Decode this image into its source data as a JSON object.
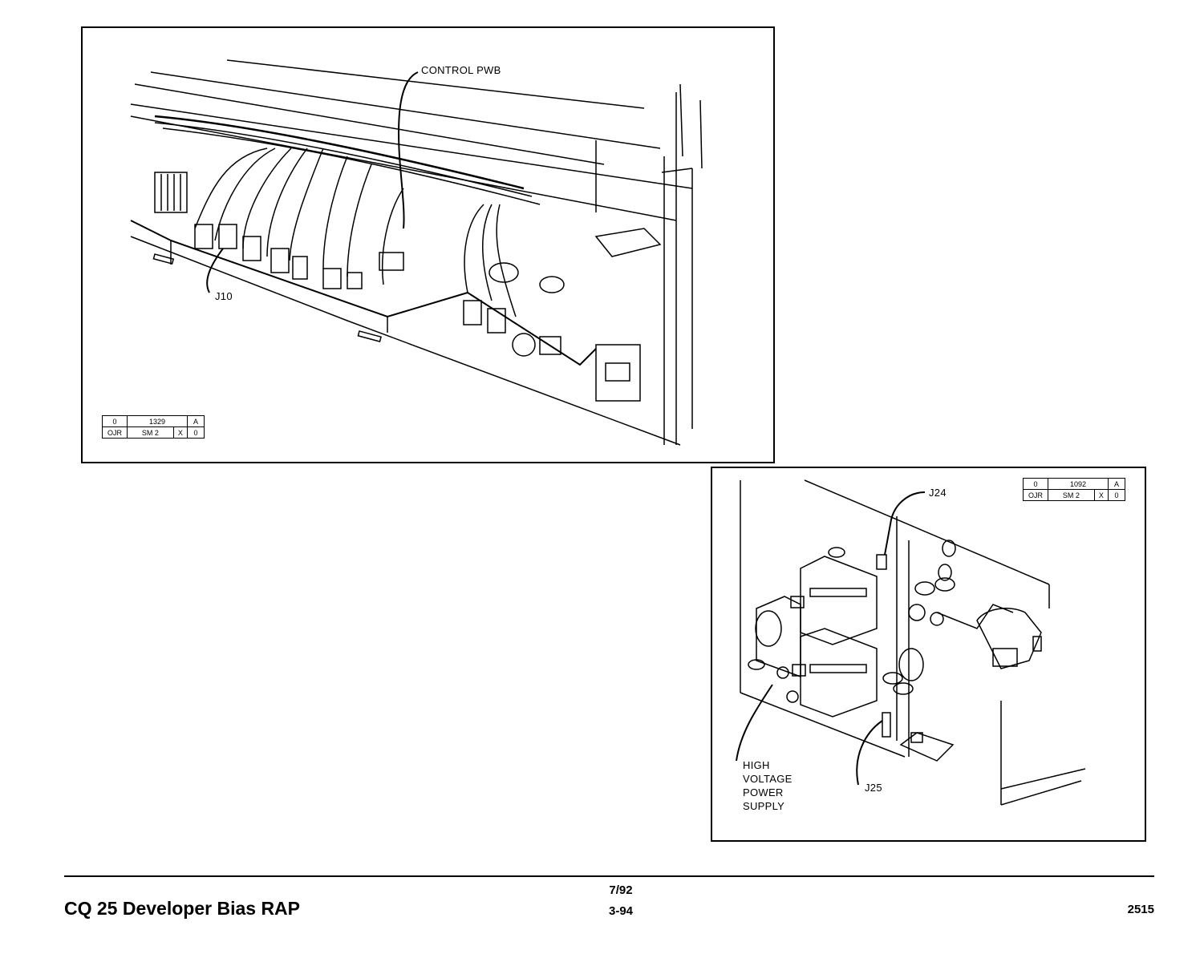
{
  "figure1": {
    "callouts": {
      "control_pwb": "CONTROL PWB",
      "j10": "J10"
    },
    "ref_table": {
      "r1c1": "0",
      "r1c2": "1329",
      "r1c3": "A",
      "r2c1": "OJR",
      "r2c2": "SM 2",
      "r2c3": "X",
      "r2c4": "0"
    }
  },
  "figure2": {
    "callouts": {
      "j24": "J24",
      "j25": "J25",
      "hvps_line1": "HIGH",
      "hvps_line2": "VOLTAGE",
      "hvps_line3": "POWER",
      "hvps_line4": "SUPPLY"
    },
    "ref_table": {
      "r1c1": "0",
      "r1c2": "1092",
      "r1c3": "A",
      "r2c1": "OJR",
      "r2c2": "SM 2",
      "r2c3": "X",
      "r2c4": "0"
    }
  },
  "footer": {
    "title": "CQ 25 Developer Bias RAP",
    "date": "7/92",
    "page": "3-94",
    "code": "2515"
  }
}
